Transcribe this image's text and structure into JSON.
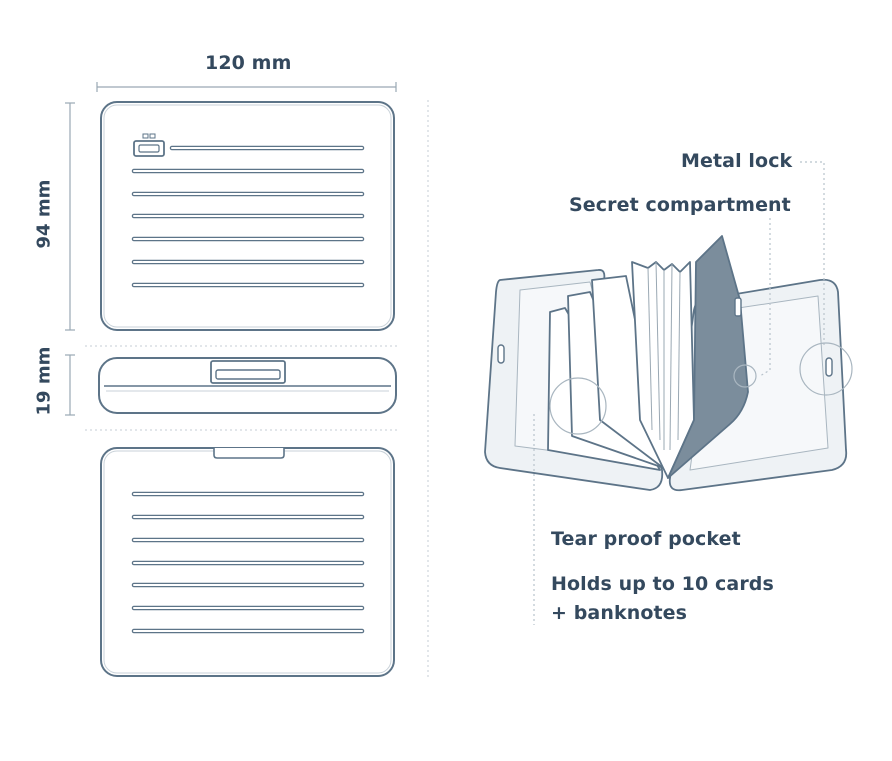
{
  "dimensions": {
    "width": "120 mm",
    "height": "94 mm",
    "depth": "19 mm"
  },
  "callouts": {
    "metal_lock": "Metal lock",
    "secret_compartment": "Secret compartment",
    "tear_proof_pocket": "Tear proof pocket",
    "capacity_line1": "Holds up to 10 cards",
    "capacity_line2": "+ banknotes"
  },
  "colors": {
    "outline": "#5d7488",
    "text": "#34495e",
    "fill_light": "#eef2f5",
    "fill_dark": "#7b8d9c",
    "dotted": "#b8c3cc"
  }
}
